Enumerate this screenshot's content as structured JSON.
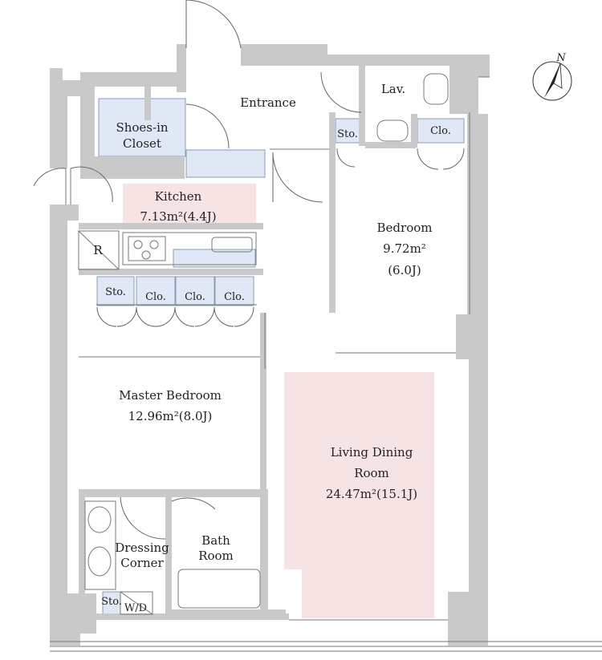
{
  "rooms": {
    "entrance": "Entrance",
    "lav": "Lav.",
    "shoes_line1": "Shoes-in",
    "shoes_line2": "Closet",
    "kitchen_name": "Kitchen",
    "kitchen_area": "7.13m²(4.4J)",
    "fridge": "R",
    "bedroom_name": "Bedroom",
    "bedroom_area": "9.72m²",
    "bedroom_jo": "(6.0J)",
    "master_name": "Master Bedroom",
    "master_area": "12.96m²(8.0J)",
    "living_line1": "Living Dining",
    "living_line2": "Room",
    "living_area": "24.47m²(15.1J)",
    "dressing_line1": "Dressing",
    "dressing_line2": "Corner",
    "bath_line1": "Bath",
    "bath_line2": "Room",
    "sto_bedroom": "Sto.",
    "clo_bedroom": "Clo.",
    "sto_master": "Sto.",
    "clo_1": "Clo.",
    "clo_2": "Clo.",
    "clo_3": "Clo.",
    "sto_wd": "Sto.",
    "wd": "W/D"
  },
  "compass": {
    "north_label": "N"
  },
  "colors": {
    "wall": "#c9c9c9",
    "storage": "#dfe8f4",
    "highlight": "#f6e4e4"
  }
}
